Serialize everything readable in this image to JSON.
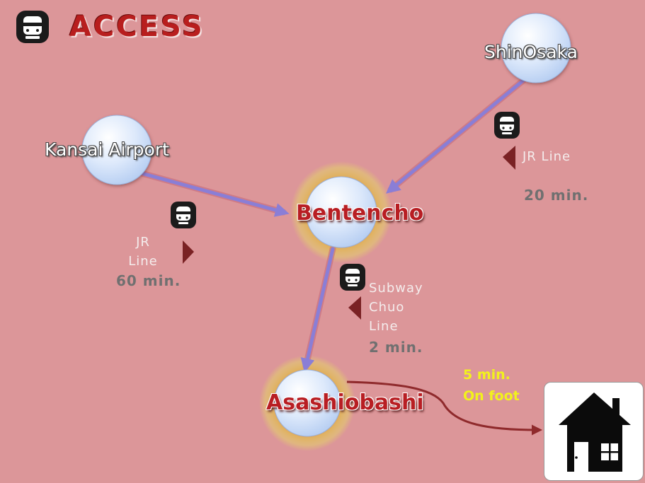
{
  "title": "ACCESS",
  "colors": {
    "background": "#dc9699",
    "station_fill": "#dbe8fb",
    "connector_arrow": "#8c7fd8",
    "walk_arrow": "#8f2a2c",
    "hub_text": "#b81e23",
    "hub_glow": "#e8d36a",
    "walk_text": "#f2f21c",
    "home_card": "#ffffff"
  },
  "stations": [
    {
      "id": "shinosaka",
      "label": "ShinOsaka",
      "role": "origin"
    },
    {
      "id": "kansai_airport",
      "label": "Kansai Airport",
      "role": "origin"
    },
    {
      "id": "bentencho",
      "label": "Bentencho",
      "role": "transfer"
    },
    {
      "id": "asashiobashi",
      "label": "Asashiobashi",
      "role": "destination-station"
    }
  ],
  "routes": [
    {
      "from": "Kansai Airport",
      "to": "Bentencho",
      "mode_icon": "train-icon",
      "line": [
        "JR",
        "Line"
      ],
      "time": "60 min."
    },
    {
      "from": "ShinOsaka",
      "to": "Bentencho",
      "mode_icon": "train-icon",
      "line": [
        "JR Line"
      ],
      "time": "20 min."
    },
    {
      "from": "Bentencho",
      "to": "Asashiobashi",
      "mode_icon": "train-icon",
      "line": [
        "Subway",
        "Chuo",
        "Line"
      ],
      "time": "2 min."
    }
  ],
  "walk": {
    "from": "Asashiobashi",
    "to": "home",
    "lines": [
      "5 min.",
      "On foot"
    ],
    "icon": "house-icon"
  }
}
